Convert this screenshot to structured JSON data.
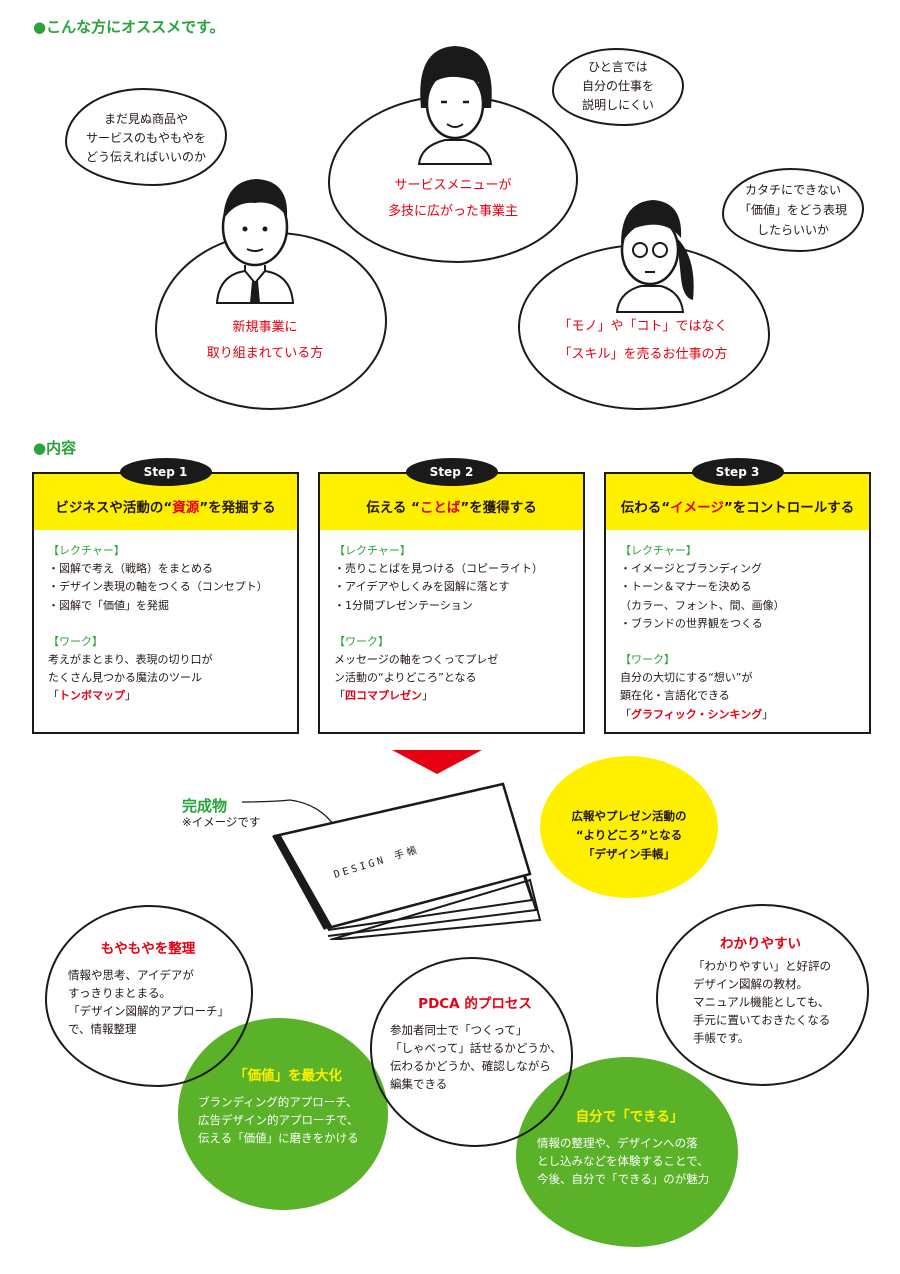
{
  "recommend": {
    "heading": "●こんな方にオススメです。",
    "personas": [
      {
        "lines": [
          "新規事業に",
          "取り組まれている方"
        ],
        "bubble": [
          "まだ見ぬ商品や",
          "サービスのもやもやを",
          "どう伝えればいいのか"
        ]
      },
      {
        "lines": [
          "サービスメニューが",
          "多技に広がった事業主"
        ],
        "bubble": [
          "ひと言では",
          "自分の仕事を",
          "説明しにくい"
        ]
      },
      {
        "lines": [
          "「モノ」や「コト」ではなく",
          "「スキル」を売るお仕事の方"
        ],
        "bubble": [
          "カタチにできない",
          "「価値」をどう表現",
          "したらいいか"
        ]
      }
    ]
  },
  "contents": {
    "heading": "●内容",
    "steps": [
      {
        "badge": "Step 1",
        "title_pre": "ビジネスや活動の“",
        "title_em": "資源",
        "title_post": "”を発掘する",
        "lecture_label": "【レクチャー】",
        "lecture": [
          "・図解で考え（戦略）をまとめる",
          "・デザイン表現の軸をつくる（コンセプト）",
          "・図解で「価値」を発掘"
        ],
        "work_label": "【ワーク】",
        "work": [
          "考えがまとまり、表現の切り口が",
          "たくさん見つかる魔法のツール"
        ],
        "tool": "トンボマップ"
      },
      {
        "badge": "Step 2",
        "title_pre": "伝える “",
        "title_em": "ことば",
        "title_post": "”を獲得する",
        "lecture_label": "【レクチャー】",
        "lecture": [
          "・売りことばを見つける（コピーライト）",
          "・アイデアやしくみを図解に落とす",
          "・1分間プレゼンテーション"
        ],
        "work_label": "【ワーク】",
        "work": [
          "メッセージの軸をつくってプレゼ",
          "ン活動の“よりどころ”となる"
        ],
        "tool": "四コマプレゼン"
      },
      {
        "badge": "Step 3",
        "title_pre": "伝わる“",
        "title_em": "イメージ",
        "title_post": "”をコントロールする",
        "lecture_label": "【レクチャー】",
        "lecture": [
          "・イメージとブランディング",
          "・トーン＆マナーを決める",
          "（カラー、フォント、間、画像）",
          "・ブランドの世界観をつくる"
        ],
        "work_label": "【ワーク】",
        "work": [
          "自分の大切にする“想い”が",
          "顕在化・言語化できる"
        ],
        "tool": "グラフィック・シンキング"
      }
    ]
  },
  "product": {
    "label": "完成物",
    "note": "※イメージです",
    "notebook_title": "DESIGN 手帳",
    "callout": [
      "広報やプレゼン活動の",
      "“よりどころ”となる",
      "「デザイン手帳」"
    ]
  },
  "benefits": [
    {
      "title": "もやもやを整理",
      "lines": [
        "情報や思考、アイデアが",
        "すっきりまとまる。",
        "「デザイン図解的アプローチ」",
        "で、情報整理"
      ]
    },
    {
      "title": "「価値」を最大化",
      "lines": [
        "ブランディング的アプローチ、",
        "広告デザイン的アプローチで、",
        "伝える「価値」に磨きをかける"
      ]
    },
    {
      "title": "PDCA 的プロセス",
      "lines": [
        "参加者同士で「つくって」",
        "「しゃべって」話せるかどうか、",
        "伝わるかどうか、確認しながら",
        "編集できる"
      ]
    },
    {
      "title": "わかりやすい",
      "lines": [
        "「わかりやすい」と好評の",
        "デザイン図解の教材。",
        "マニュアル機能としても、",
        "手元に置いておきたくなる",
        "手帳です。"
      ]
    },
    {
      "title": "自分で「できる」",
      "lines": [
        "情報の整理や、デザインへの落",
        "とし込みなどを体験することで、",
        "今後、自分で「できる」のが魅力"
      ]
    }
  ],
  "colors": {
    "green": "#2aa33a",
    "red": "#e60012",
    "yellow": "#fff000",
    "lime": "#5ab228"
  }
}
